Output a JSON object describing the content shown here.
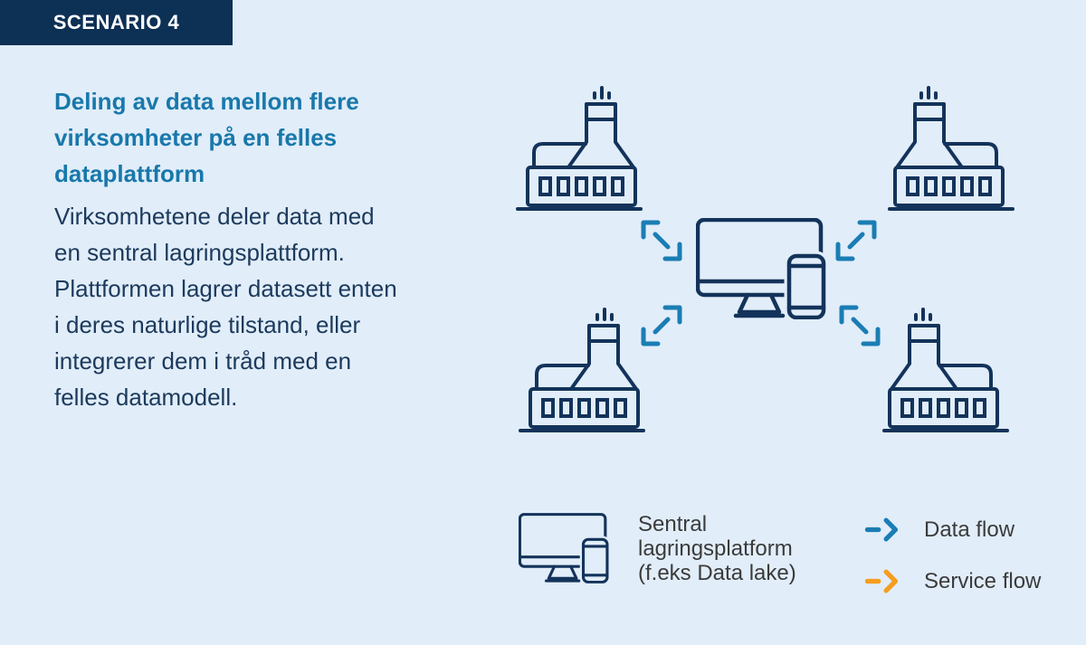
{
  "badge": {
    "label": "SCENARIO 4"
  },
  "intro": {
    "heading_lines": [
      "Deling av data mellom flere",
      "virksomheter på en felles",
      "dataplattform"
    ],
    "body_lines": [
      "Virksomhetene deler data med",
      "en sentral lagringsplattform.",
      "Plattformen lagrer datasett enten",
      "i deres naturlige tilstand, eller",
      "integrerer dem i tråd med en",
      "felles datamodell."
    ]
  },
  "diagram": {
    "factory_icon": "factory-building-icon",
    "factory_count": 4,
    "center_icon": "monitor-and-phone-icon",
    "arrow_pair_icon": "bidirectional-data-flow-arrows-icon",
    "arrow_pair_count": 4
  },
  "legend": {
    "platform_lines": [
      "Sentral",
      "lagringsplatform",
      "(f.eks Data lake)"
    ],
    "flows": [
      {
        "label": "Data flow",
        "color": "#1b7db4"
      },
      {
        "label": "Service flow",
        "color": "#f59d1e"
      }
    ]
  },
  "colors": {
    "background": "#e1edf9",
    "badge_background": "#0d3055",
    "badge_text": "#ffffff",
    "heading_blue": "#1878ab",
    "body_navy": "#1c3a5c",
    "icon_navy": "#13335a",
    "data_flow_blue": "#1b7db4",
    "service_flow_orange": "#f59d1e",
    "legend_text_gray": "#3b3b3b"
  }
}
